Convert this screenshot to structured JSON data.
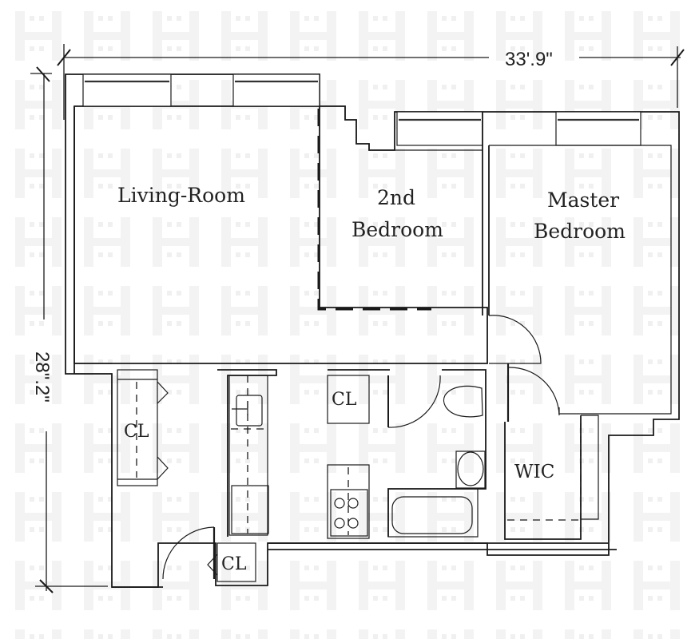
{
  "dimensions": {
    "width_label": "33'.9\"",
    "height_label": "28\".2\""
  },
  "rooms": {
    "living_room": "Living-Room",
    "second_bedroom_line1": "2nd",
    "second_bedroom_line2": "Bedroom",
    "master_bedroom_line1": "Master",
    "master_bedroom_line2": "Bedroom",
    "walk_in_closet": "WIC",
    "closet_left": "CL",
    "closet_kitchen": "CL",
    "closet_entry": "CL"
  },
  "colors": {
    "line": "#1a1a1a",
    "background": "#ffffff",
    "watermark": "#f2f2f2"
  }
}
